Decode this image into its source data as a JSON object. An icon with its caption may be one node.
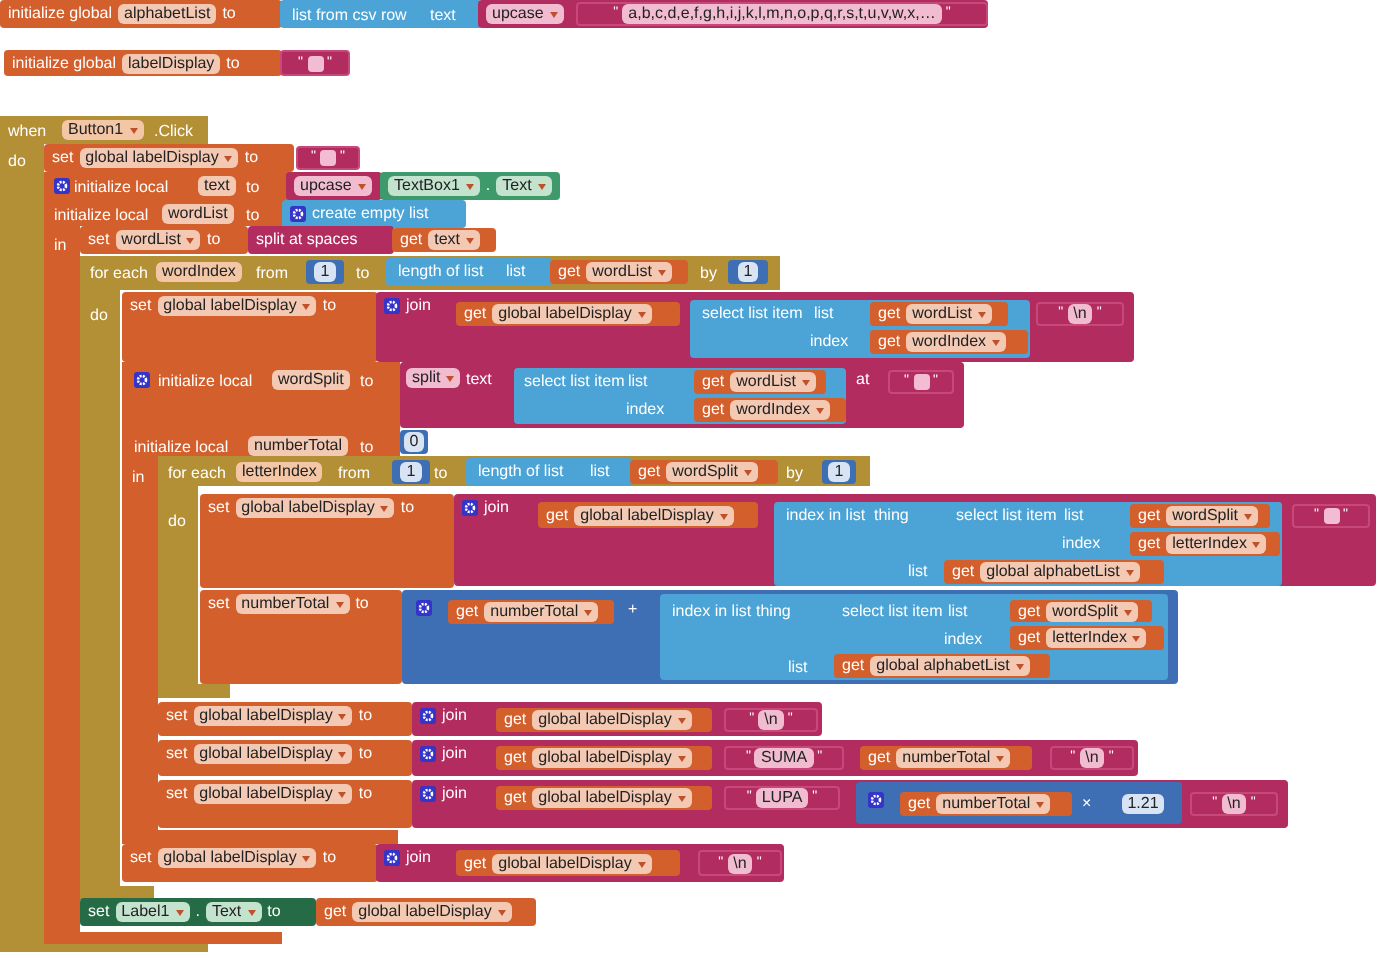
{
  "diagram": {
    "nodes": [
      {
        "text": [
          "initialize global",
          "alphabetList",
          "to"
        ]
      },
      {
        "text": [
          "list from csv row",
          "text"
        ]
      },
      {
        "text": [
          "upcase"
        ]
      },
      {
        "text": [
          "\"",
          "a,b,c,d,e,f,g,h,i,j,k,l,m,n,o,p,q,r,s,t,u,v,w,x,…",
          "\""
        ],
        "in": 2
      },
      {
        "text": [
          "initialize global",
          "labelDisplay",
          "to"
        ]
      },
      {
        "text": [
          "\"",
          "\""
        ]
      },
      {
        "text": [
          "when",
          "Button1",
          ".Click",
          "do"
        ]
      },
      {
        "text": [
          "set",
          "global labelDisplay",
          "to"
        ]
      },
      {
        "text": [
          "\"",
          "\""
        ]
      },
      {
        "text": [
          "initialize local",
          "text",
          "to",
          "initialize local",
          "wordList",
          "to",
          "in"
        ]
      },
      {
        "text": [
          "upcase"
        ]
      },
      {
        "text": [
          "TextBox1",
          ".",
          "Text"
        ]
      },
      {
        "text": [
          "create empty list"
        ]
      },
      {
        "text": [
          "set",
          "wordList",
          "to"
        ],
        "in": 9
      },
      {
        "text": [
          "split at spaces"
        ]
      },
      {
        "text": [
          "get",
          "text"
        ]
      },
      {
        "text": [
          "for each",
          "wordIndex",
          "from",
          "to",
          "by",
          "do"
        ]
      },
      {
        "text": [
          "1"
        ],
        "in": 16
      },
      {
        "text": [
          "length of list",
          "list"
        ],
        "in": 16
      },
      {
        "text": [
          "get",
          "wordList"
        ],
        "in": 16
      },
      {
        "text": [
          "1"
        ],
        "in": 16
      },
      {
        "text": [
          "set",
          "global labelDisplay",
          "to"
        ],
        "in": 16
      },
      {
        "text": [
          "join"
        ]
      },
      {
        "text": [
          "get",
          "global labelDisplay"
        ],
        "in": 22
      },
      {
        "text": [
          "select list item",
          "list",
          "index"
        ],
        "in": 22
      },
      {
        "text": [
          "get",
          "wordList"
        ],
        "in": 24
      },
      {
        "text": [
          "get",
          "wordIndex"
        ],
        "in": 24
      },
      {
        "text": [
          "\"",
          "\\n",
          "\""
        ],
        "in": 22
      },
      {
        "text": [
          "initialize local",
          "wordSplit",
          "to",
          "initialize local",
          "numberTotal",
          "to",
          "in"
        ],
        "in": 16
      },
      {
        "text": [
          "split",
          "text",
          "at"
        ]
      },
      {
        "text": [
          "select list item",
          "list",
          "index"
        ],
        "in": 29
      },
      {
        "text": [
          "get",
          "wordList"
        ],
        "in": 30
      },
      {
        "text": [
          "get",
          "wordIndex"
        ],
        "in": 30
      },
      {
        "text": [
          "\"",
          "\""
        ],
        "in": 29
      },
      {
        "text": [
          "0"
        ],
        "in": 16
      },
      {
        "text": [
          "for each",
          "letterIndex",
          "from",
          "to",
          "by",
          "do"
        ]
      },
      {
        "text": [
          "1"
        ],
        "in": 35
      },
      {
        "text": [
          "length of list",
          "list"
        ],
        "in": 35
      },
      {
        "text": [
          "get",
          "wordSplit"
        ],
        "in": 35
      },
      {
        "text": [
          "1"
        ],
        "in": 35
      },
      {
        "text": [
          "set",
          "global labelDisplay",
          "to"
        ],
        "in": 35
      },
      {
        "text": [
          "join"
        ]
      },
      {
        "text": [
          "get",
          "global labelDisplay"
        ],
        "in": 41
      },
      {
        "text": [
          "index in list",
          "thing",
          "list"
        ],
        "in": 41
      },
      {
        "text": [
          "select list item",
          "list",
          "index"
        ],
        "in": 43
      },
      {
        "text": [
          "get",
          "wordSplit"
        ],
        "in": 44
      },
      {
        "text": [
          "get",
          "letterIndex"
        ],
        "in": 44
      },
      {
        "text": [
          "get",
          "global alphabetList"
        ],
        "in": 43
      },
      {
        "text": [
          "\"",
          "\""
        ],
        "in": 41
      },
      {
        "text": [
          "set",
          "numberTotal",
          "to"
        ],
        "in": 35
      },
      {
        "text": [
          "+"
        ]
      },
      {
        "text": [
          "get",
          "numberTotal"
        ],
        "in": 50
      },
      {
        "text": [
          "index in list",
          "thing",
          "list"
        ],
        "in": 50
      },
      {
        "text": [
          "select list item",
          "list",
          "index"
        ],
        "in": 52
      },
      {
        "text": [
          "get",
          "wordSplit"
        ],
        "in": 53
      },
      {
        "text": [
          "get",
          "letterIndex"
        ],
        "in": 53
      },
      {
        "text": [
          "get",
          "global alphabetList"
        ],
        "in": 52
      },
      {
        "text": [
          "set",
          "global labelDisplay",
          "to"
        ],
        "in": 16
      },
      {
        "text": [
          "join"
        ]
      },
      {
        "text": [
          "get",
          "global labelDisplay"
        ],
        "in": 58
      },
      {
        "text": [
          "\"",
          "\\n",
          "\""
        ],
        "in": 58
      },
      {
        "text": [
          "set",
          "global labelDisplay",
          "to"
        ],
        "in": 16
      },
      {
        "text": [
          "join"
        ]
      },
      {
        "text": [
          "get",
          "global labelDisplay"
        ],
        "in": 62
      },
      {
        "text": [
          "\"",
          "SUMA",
          "\""
        ],
        "in": 62
      },
      {
        "text": [
          "get",
          "numberTotal"
        ],
        "in": 62
      },
      {
        "text": [
          "\"",
          "\\n",
          "\""
        ],
        "in": 62
      },
      {
        "text": [
          "set",
          "global labelDisplay",
          "to"
        ],
        "in": 16
      },
      {
        "text": [
          "join"
        ]
      },
      {
        "text": [
          "get",
          "global labelDisplay"
        ],
        "in": 68
      },
      {
        "text": [
          "\"",
          "LUPA",
          "\""
        ],
        "in": 68
      },
      {
        "text": [
          "×"
        ],
        "in": 68
      },
      {
        "text": [
          "get",
          "numberTotal"
        ],
        "in": 71
      },
      {
        "text": [
          "1.21"
        ],
        "in": 71
      },
      {
        "text": [
          "\"",
          "\\n",
          "\""
        ],
        "in": 68
      },
      {
        "text": [
          "set",
          "global labelDisplay",
          "to"
        ],
        "in": 16
      },
      {
        "text": [
          "join"
        ]
      },
      {
        "text": [
          "get",
          "global labelDisplay"
        ],
        "in": 76
      },
      {
        "text": [
          "\"",
          "\\n",
          "\""
        ],
        "in": 76
      },
      {
        "text": [
          "set",
          "Label1",
          ".",
          "Text",
          "to"
        ]
      },
      {
        "text": [
          "get",
          "global labelDisplay"
        ]
      }
    ]
  }
}
